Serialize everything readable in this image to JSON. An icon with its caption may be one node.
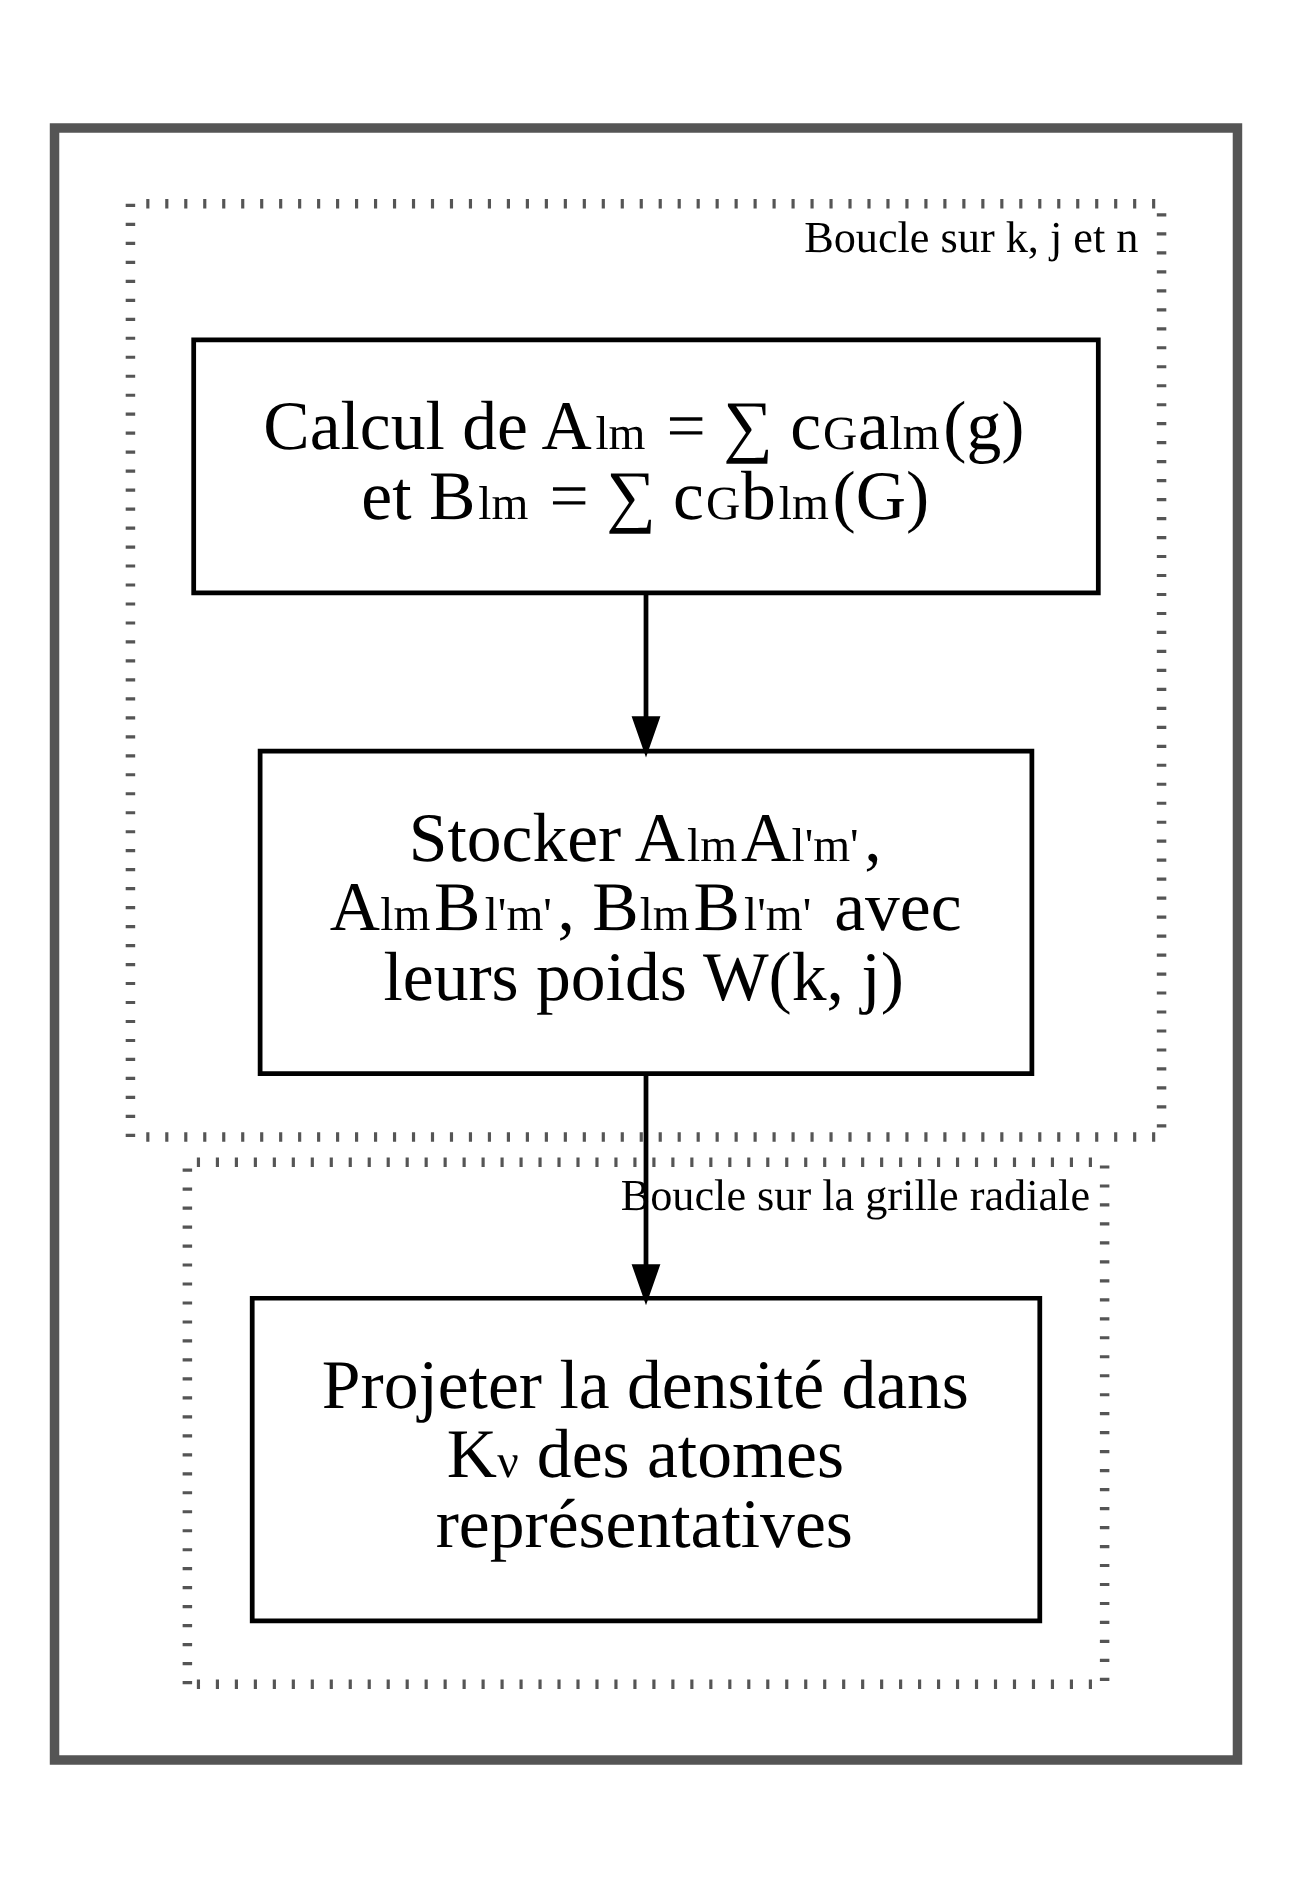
{
  "diagram": {
    "nodes": [
      {
        "text": [],
        "shape": "box"
      },
      {
        "text": [
          "Boucle sur k, j et n"
        ],
        "in": 0
      },
      {
        "text": [
          "Calcul de A$_{lm}$ = ∑ c$_{G}$a$_{lm}$(g) et B$_{lm}$ = ∑ c$_{G}$b$_{lm}$(G)"
        ],
        "in": 1
      },
      {
        "text": [
          "Stocker A$_{lm}$A$_{l'm'}$, A$_{lm}$B$_{l'm'}$, B$_{lm}$B$_{l'm'}$ avec leurs poids W(k, j)"
        ],
        "in": 1
      },
      {
        "text": [
          "Boucle sur la grille radiale"
        ],
        "in": 0
      },
      {
        "text": [
          "Projeter la densité dans K$_{ν}$ des atomes représentatives"
        ],
        "in": 4
      }
    ],
    "edges": [
      {
        "from": 2,
        "to": 3,
        "arrow": "to"
      },
      {
        "from": 3,
        "to": 5,
        "arrow": "to"
      }
    ]
  }
}
